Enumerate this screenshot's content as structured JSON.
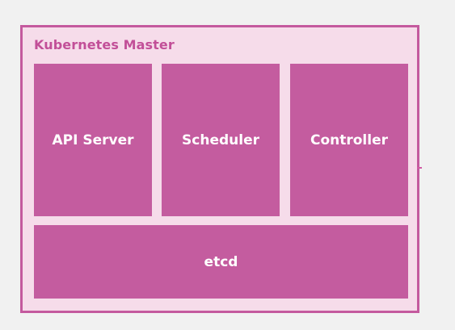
{
  "master": {
    "title": "Kubernetes Master"
  },
  "components": {
    "api_server": "API Server",
    "scheduler": "Scheduler",
    "controller": "Controller",
    "etcd": "etcd"
  },
  "colors": {
    "border": "#c45a9e",
    "panel": "#f6dcea",
    "box": "#c45c9f",
    "title": "#c24f98",
    "text": "#ffffff"
  }
}
